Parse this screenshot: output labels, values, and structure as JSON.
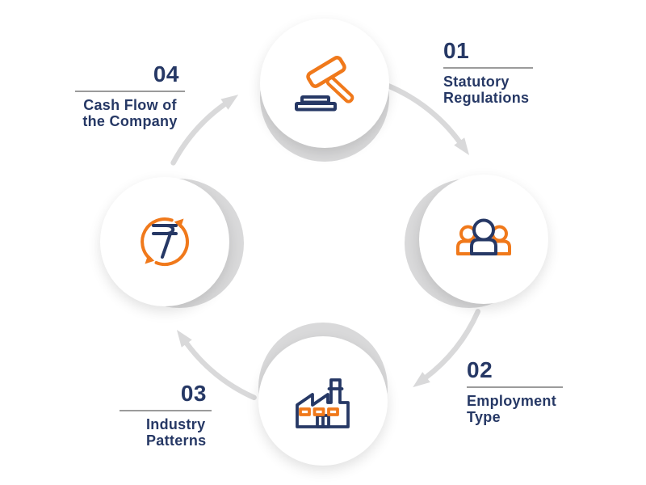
{
  "steps": [
    {
      "number": "01",
      "label": "Statutory Regulations",
      "icon": "gavel-icon"
    },
    {
      "number": "02",
      "label": "Employment Type",
      "icon": "people-group-icon"
    },
    {
      "number": "03",
      "label": "Industry Patterns",
      "icon": "factory-icon"
    },
    {
      "number": "04",
      "label": "Cash Flow of the Company",
      "icon": "rupee-cycle-icon"
    }
  ],
  "flow": {
    "direction": "clockwise",
    "order": [
      "01",
      "02",
      "03",
      "04"
    ]
  },
  "colors": {
    "navy": "#263865",
    "orange": "#F0791B",
    "arrow-gray": "#D9D9DA",
    "divider-gray": "#9B9B9B",
    "background": "#FFFFFF"
  }
}
